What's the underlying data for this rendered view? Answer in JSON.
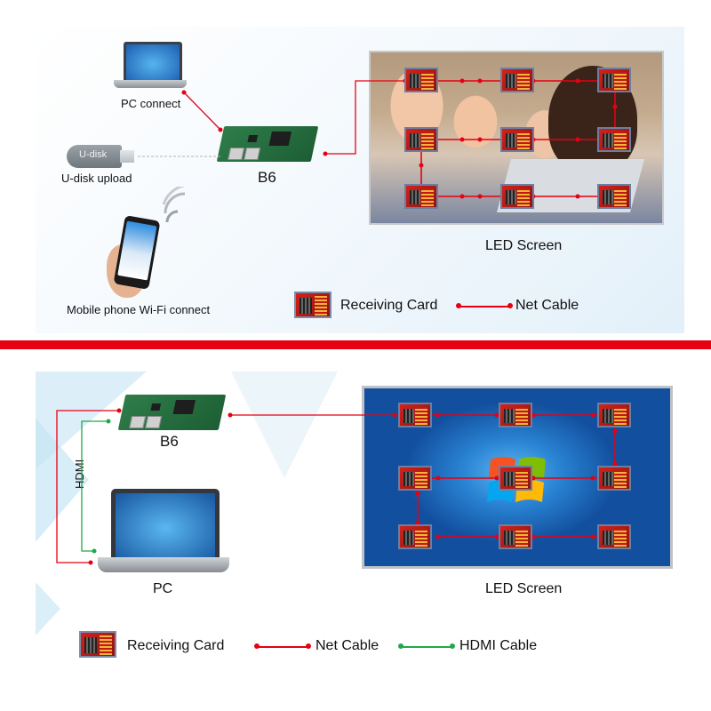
{
  "top": {
    "pc_label": "PC connect",
    "udisk_label": "U-disk upload",
    "udisk_text": "U-disk",
    "mobile_label": "Mobile phone Wi-Fi connect",
    "controller_label": "B6",
    "screen_label": "LED Screen"
  },
  "bottom": {
    "controller_label": "B6",
    "pc_label": "PC",
    "hdmi_label": "HDMI",
    "screen_label": "LED Screen"
  },
  "legend_top": {
    "receiving_card": "Receiving Card",
    "net_cable": "Net Cable"
  },
  "legend_bottom": {
    "receiving_card": "Receiving Card",
    "net_cable": "Net Cable",
    "hdmi_cable": "HDMI Cable"
  },
  "colors": {
    "net_cable": "#e60012",
    "hdmi_cable": "#22a84a",
    "divider": "#e60012"
  }
}
